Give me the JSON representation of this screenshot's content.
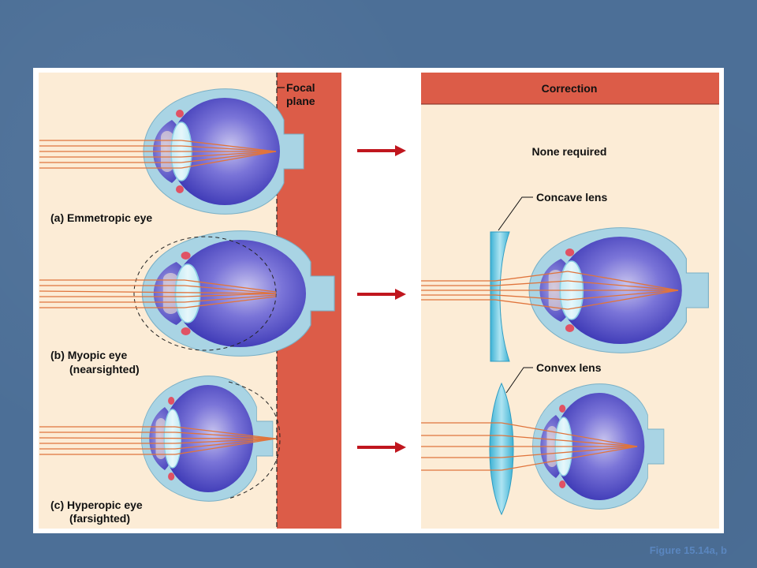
{
  "focal_plane": {
    "line1": "Focal",
    "line2": "plane"
  },
  "correction_header": "Correction",
  "rows": [
    {
      "label_main": "(a) Emmetropic eye",
      "label_sub": "",
      "correction": "None required"
    },
    {
      "label_main": "(b) Myopic eye",
      "label_sub": "(nearsighted)",
      "correction": "Concave lens"
    },
    {
      "label_main": "(c) Hyperopic eye",
      "label_sub": "(farsighted)",
      "correction": "Convex lens"
    }
  ],
  "figure_caption": "Figure 15.14a, b",
  "colors": {
    "panel_bg": "#fcecd6",
    "focal_band": "#dc5c48",
    "arrow": "#c0161e",
    "sclera": "#a9d4e4",
    "eyeball": "#5551c6",
    "light_ray": "#e0743c",
    "lens": "#5ec4de"
  }
}
